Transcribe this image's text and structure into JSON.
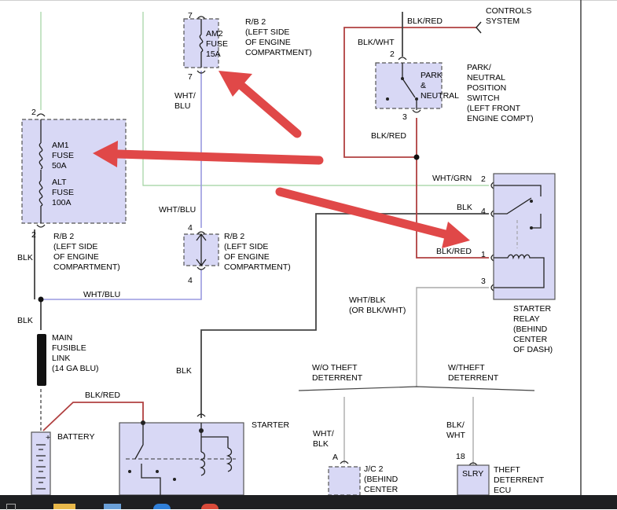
{
  "labels": {
    "controls_system": "CONTROLS\nSYSTEM",
    "blk_red_top": "BLK/RED",
    "blk_wht": "BLK/WHT",
    "am2_fuse": "AM2\nFUSE\n15A",
    "rb2_top": "R/B 2\n(LEFT SIDE\nOF ENGINE\nCOMPARTMENT)",
    "pin_am2_top": "7",
    "pin_am2_bottom": "7",
    "wht_blu_upper": "WHT/\nBLU",
    "park_neutral": "PARK\n&\nNEUTRAL",
    "park_neutral_desc": "PARK/\nNEUTRAL\nPOSITION\nSWITCH\n(LEFT FRONT\nENGINE COMPT)",
    "pin_pn_top": "2",
    "pin_pn_bottom": "3",
    "blk_red_mid": "BLK/RED",
    "am1_fuse": "AM1\nFUSE\n50A",
    "alt_fuse": "ALT\nFUSE\n100A",
    "pin_am1_top": "2",
    "pin_am1_bottom": "2",
    "rb2_left": "R/B 2\n(LEFT SIDE\nOF ENGINE\nCOMPARTMENT)",
    "wht_grn": "WHT/GRN",
    "pin_relay_2": "2",
    "blk_relay": "BLK",
    "pin_relay_4": "4",
    "blk_red_relay": "BLK/RED",
    "pin_relay_1": "1",
    "pin_relay_3": "3",
    "wht_blu_mid": "WHT/BLU",
    "pin_fuse_mid_top": "4",
    "pin_fuse_mid_bottom": "4",
    "rb2_mid": "R/B 2\n(LEFT SIDE\nOF ENGINE\nCOMPARTMENT)",
    "blk_left": "BLK",
    "wht_blu_bottom": "WHT/BLU",
    "blk_left_2": "BLK",
    "main_fusible_link": "MAIN\nFUSIBLE\nLINK\n(14 GA BLU)",
    "wht_blk": "WHT/BLK\n(OR BLK/WHT)",
    "starter_relay": "STARTER\nRELAY\n(BEHIND\nCENTER\nOF DASH)",
    "blk_center": "BLK",
    "wo_theft": "W/O THEFT\nDETERRENT",
    "w_theft": "W/THEFT\nDETERRENT",
    "blk_red_bottom": "BLK/RED",
    "battery": "BATTERY",
    "starter": "STARTER",
    "wht_blk_bottom": "WHT/\nBLK",
    "pin_jc_a": "A",
    "jc2": "J/C 2\n(BEHIND\nCENTER",
    "blk_wht_bottom": "BLK/\nWHT",
    "pin_ecu_18": "18",
    "slry": "SLRY",
    "theft_ecu": "THEFT\nDETERRENT\nECU"
  },
  "colors": {
    "arrow": "#e04848",
    "component_fill": "#d8d8f5",
    "wire_red": "#b04040",
    "wire_blue": "#9a9ae0",
    "wire_green": "#9fd29f",
    "taskbar": "#1e1f22"
  },
  "taskbar": {
    "icons": [
      "file-explorer-icon",
      "notepad-icon",
      "edge-browser-icon",
      "chrome-browser-icon"
    ]
  }
}
